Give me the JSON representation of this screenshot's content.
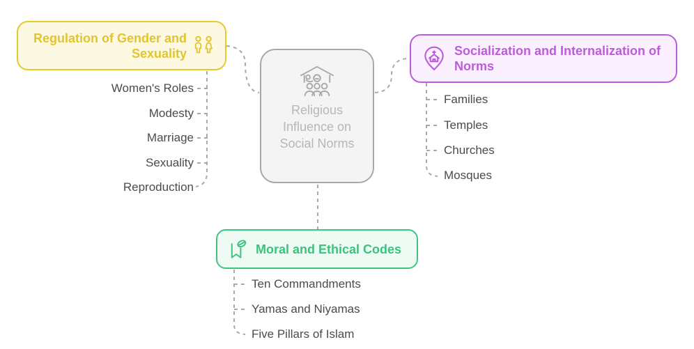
{
  "center": {
    "label": "Religious Influence on Social Norms",
    "icon": "congregation-icon",
    "background": "#f4f4f4",
    "border": "#a8a8a8",
    "text_color": "#b7b7b7"
  },
  "branches": [
    {
      "title": "Regulation of Gender and Sexuality",
      "icon": "gender-figures-icon",
      "color": "#e2c52e",
      "background": "#fdf8e2",
      "items": [
        "Women's Roles",
        "Modesty",
        "Marriage",
        "Sexuality",
        "Reproduction"
      ]
    },
    {
      "title": "Socialization and Internalization of Norms",
      "icon": "church-location-pin-icon",
      "color": "#bd5cda",
      "background": "#fbf0fd",
      "items": [
        "Families",
        "Temples",
        "Churches",
        "Mosques"
      ]
    },
    {
      "title": "Moral and Ethical Codes",
      "icon": "bookmark-tag-icon",
      "color": "#3ec17e",
      "background": "#eefbf4",
      "items": [
        "Ten Commandments",
        "Yamas and Niyamas",
        "Five Pillars of Islam"
      ]
    }
  ],
  "styles": {
    "leaf_text": "#4b4b4b",
    "connector": "#a9a9a9",
    "page_background": "#ffffff"
  }
}
